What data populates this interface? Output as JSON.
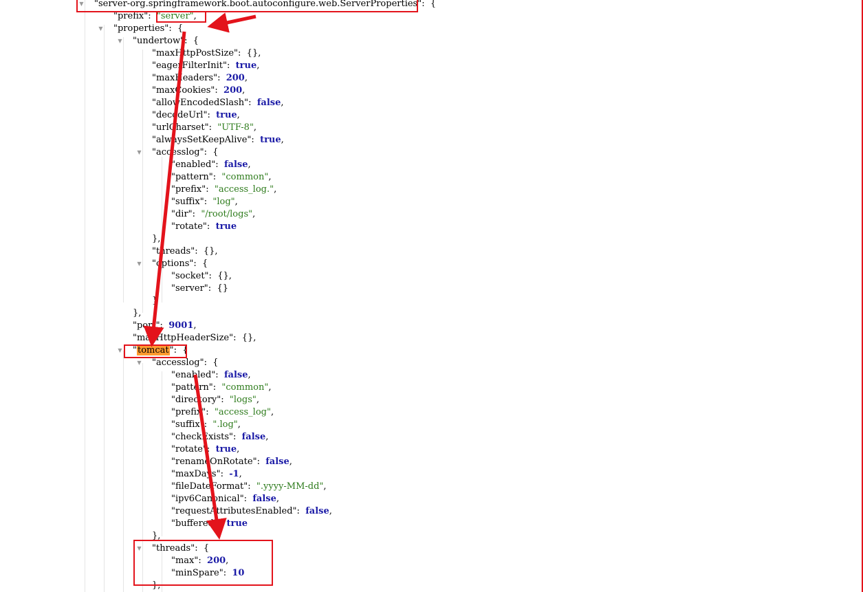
{
  "lines": [
    {
      "indent": 0,
      "toggle": true,
      "segs": [
        {
          "t": "\"server-org.springframework.boot.autoconfigure.web.ServerProperties\"",
          "c": "key"
        },
        {
          "t": ":  {",
          "c": "p"
        }
      ]
    },
    {
      "indent": 1,
      "toggle": false,
      "segs": [
        {
          "t": "\"prefix\"",
          "c": "key"
        },
        {
          "t": ":  ",
          "c": "p"
        },
        {
          "t": "\"server\"",
          "c": "s"
        },
        {
          "t": ",",
          "c": "p"
        }
      ]
    },
    {
      "indent": 1,
      "toggle": true,
      "segs": [
        {
          "t": "\"properties\"",
          "c": "key"
        },
        {
          "t": ":  {",
          "c": "p"
        }
      ]
    },
    {
      "indent": 2,
      "toggle": true,
      "segs": [
        {
          "t": "\"undertow\"",
          "c": "key"
        },
        {
          "t": ":  {",
          "c": "p"
        }
      ]
    },
    {
      "indent": 3,
      "toggle": false,
      "segs": [
        {
          "t": "\"maxHttpPostSize\"",
          "c": "key"
        },
        {
          "t": ":  {},",
          "c": "p"
        }
      ]
    },
    {
      "indent": 3,
      "toggle": false,
      "segs": [
        {
          "t": "\"eagerFilterInit\"",
          "c": "key"
        },
        {
          "t": ":  ",
          "c": "p"
        },
        {
          "t": "true",
          "c": "b"
        },
        {
          "t": ",",
          "c": "p"
        }
      ]
    },
    {
      "indent": 3,
      "toggle": false,
      "segs": [
        {
          "t": "\"maxHeaders\"",
          "c": "key"
        },
        {
          "t": ":  ",
          "c": "p"
        },
        {
          "t": "200",
          "c": "n"
        },
        {
          "t": ",",
          "c": "p"
        }
      ]
    },
    {
      "indent": 3,
      "toggle": false,
      "segs": [
        {
          "t": "\"maxCookies\"",
          "c": "key"
        },
        {
          "t": ":  ",
          "c": "p"
        },
        {
          "t": "200",
          "c": "n"
        },
        {
          "t": ",",
          "c": "p"
        }
      ]
    },
    {
      "indent": 3,
      "toggle": false,
      "segs": [
        {
          "t": "\"allowEncodedSlash\"",
          "c": "key"
        },
        {
          "t": ":  ",
          "c": "p"
        },
        {
          "t": "false",
          "c": "b"
        },
        {
          "t": ",",
          "c": "p"
        }
      ]
    },
    {
      "indent": 3,
      "toggle": false,
      "segs": [
        {
          "t": "\"decodeUrl\"",
          "c": "key"
        },
        {
          "t": ":  ",
          "c": "p"
        },
        {
          "t": "true",
          "c": "b"
        },
        {
          "t": ",",
          "c": "p"
        }
      ]
    },
    {
      "indent": 3,
      "toggle": false,
      "segs": [
        {
          "t": "\"urlCharset\"",
          "c": "key"
        },
        {
          "t": ":  ",
          "c": "p"
        },
        {
          "t": "\"UTF-8\"",
          "c": "s"
        },
        {
          "t": ",",
          "c": "p"
        }
      ]
    },
    {
      "indent": 3,
      "toggle": false,
      "segs": [
        {
          "t": "\"alwaysSetKeepAlive\"",
          "c": "key"
        },
        {
          "t": ":  ",
          "c": "p"
        },
        {
          "t": "true",
          "c": "b"
        },
        {
          "t": ",",
          "c": "p"
        }
      ]
    },
    {
      "indent": 3,
      "toggle": true,
      "segs": [
        {
          "t": "\"accesslog\"",
          "c": "key"
        },
        {
          "t": ":  {",
          "c": "p"
        }
      ]
    },
    {
      "indent": 4,
      "toggle": false,
      "segs": [
        {
          "t": "\"enabled\"",
          "c": "key"
        },
        {
          "t": ":  ",
          "c": "p"
        },
        {
          "t": "false",
          "c": "b"
        },
        {
          "t": ",",
          "c": "p"
        }
      ]
    },
    {
      "indent": 4,
      "toggle": false,
      "segs": [
        {
          "t": "\"pattern\"",
          "c": "key"
        },
        {
          "t": ":  ",
          "c": "p"
        },
        {
          "t": "\"common\"",
          "c": "s"
        },
        {
          "t": ",",
          "c": "p"
        }
      ]
    },
    {
      "indent": 4,
      "toggle": false,
      "segs": [
        {
          "t": "\"prefix\"",
          "c": "key"
        },
        {
          "t": ":  ",
          "c": "p"
        },
        {
          "t": "\"access_log.\"",
          "c": "s"
        },
        {
          "t": ",",
          "c": "p"
        }
      ]
    },
    {
      "indent": 4,
      "toggle": false,
      "segs": [
        {
          "t": "\"suffix\"",
          "c": "key"
        },
        {
          "t": ":  ",
          "c": "p"
        },
        {
          "t": "\"log\"",
          "c": "s"
        },
        {
          "t": ",",
          "c": "p"
        }
      ]
    },
    {
      "indent": 4,
      "toggle": false,
      "segs": [
        {
          "t": "\"dir\"",
          "c": "key"
        },
        {
          "t": ":  ",
          "c": "p"
        },
        {
          "t": "\"/root/logs\"",
          "c": "s"
        },
        {
          "t": ",",
          "c": "p"
        }
      ]
    },
    {
      "indent": 4,
      "toggle": false,
      "segs": [
        {
          "t": "\"rotate\"",
          "c": "key"
        },
        {
          "t": ":  ",
          "c": "p"
        },
        {
          "t": "true",
          "c": "b"
        }
      ]
    },
    {
      "indent": 3,
      "toggle": false,
      "segs": [
        {
          "t": "},",
          "c": "p"
        }
      ]
    },
    {
      "indent": 3,
      "toggle": false,
      "segs": [
        {
          "t": "\"threads\"",
          "c": "key"
        },
        {
          "t": ":  {},",
          "c": "p"
        }
      ]
    },
    {
      "indent": 3,
      "toggle": true,
      "segs": [
        {
          "t": "\"options\"",
          "c": "key"
        },
        {
          "t": ":  {",
          "c": "p"
        }
      ]
    },
    {
      "indent": 4,
      "toggle": false,
      "segs": [
        {
          "t": "\"socket\"",
          "c": "key"
        },
        {
          "t": ":  {},",
          "c": "p"
        }
      ]
    },
    {
      "indent": 4,
      "toggle": false,
      "segs": [
        {
          "t": "\"server\"",
          "c": "key"
        },
        {
          "t": ":  {}",
          "c": "p"
        }
      ]
    },
    {
      "indent": 3,
      "toggle": false,
      "segs": [
        {
          "t": "}",
          "c": "p"
        }
      ]
    },
    {
      "indent": 2,
      "toggle": false,
      "segs": [
        {
          "t": "},",
          "c": "p"
        }
      ]
    },
    {
      "indent": 2,
      "toggle": false,
      "segs": [
        {
          "t": "\"port\"",
          "c": "key"
        },
        {
          "t": ":  ",
          "c": "p"
        },
        {
          "t": "9001",
          "c": "n"
        },
        {
          "t": ",",
          "c": "p"
        }
      ]
    },
    {
      "indent": 2,
      "toggle": false,
      "segs": [
        {
          "t": "\"maxHttpHeaderSize\"",
          "c": "key"
        },
        {
          "t": ":  {},",
          "c": "p"
        }
      ]
    },
    {
      "indent": 2,
      "toggle": true,
      "segs": [
        {
          "t": "\"",
          "c": "key"
        },
        {
          "t": "tomcat",
          "c": "hl"
        },
        {
          "t": "\"",
          "c": "key"
        },
        {
          "t": ":  {",
          "c": "p"
        }
      ]
    },
    {
      "indent": 3,
      "toggle": true,
      "segs": [
        {
          "t": "\"accesslog\"",
          "c": "key"
        },
        {
          "t": ":  {",
          "c": "p"
        }
      ]
    },
    {
      "indent": 4,
      "toggle": false,
      "segs": [
        {
          "t": "\"enabled\"",
          "c": "key"
        },
        {
          "t": ":  ",
          "c": "p"
        },
        {
          "t": "false",
          "c": "b"
        },
        {
          "t": ",",
          "c": "p"
        }
      ]
    },
    {
      "indent": 4,
      "toggle": false,
      "segs": [
        {
          "t": "\"pattern\"",
          "c": "key"
        },
        {
          "t": ":  ",
          "c": "p"
        },
        {
          "t": "\"common\"",
          "c": "s"
        },
        {
          "t": ",",
          "c": "p"
        }
      ]
    },
    {
      "indent": 4,
      "toggle": false,
      "segs": [
        {
          "t": "\"directory\"",
          "c": "key"
        },
        {
          "t": ":  ",
          "c": "p"
        },
        {
          "t": "\"logs\"",
          "c": "s"
        },
        {
          "t": ",",
          "c": "p"
        }
      ]
    },
    {
      "indent": 4,
      "toggle": false,
      "segs": [
        {
          "t": "\"prefix\"",
          "c": "key"
        },
        {
          "t": ":  ",
          "c": "p"
        },
        {
          "t": "\"access_log\"",
          "c": "s"
        },
        {
          "t": ",",
          "c": "p"
        }
      ]
    },
    {
      "indent": 4,
      "toggle": false,
      "segs": [
        {
          "t": "\"suffix\"",
          "c": "key"
        },
        {
          "t": ":  ",
          "c": "p"
        },
        {
          "t": "\".log\"",
          "c": "s"
        },
        {
          "t": ",",
          "c": "p"
        }
      ]
    },
    {
      "indent": 4,
      "toggle": false,
      "segs": [
        {
          "t": "\"checkExists\"",
          "c": "key"
        },
        {
          "t": ":  ",
          "c": "p"
        },
        {
          "t": "false",
          "c": "b"
        },
        {
          "t": ",",
          "c": "p"
        }
      ]
    },
    {
      "indent": 4,
      "toggle": false,
      "segs": [
        {
          "t": "\"rotate\"",
          "c": "key"
        },
        {
          "t": ":  ",
          "c": "p"
        },
        {
          "t": "true",
          "c": "b"
        },
        {
          "t": ",",
          "c": "p"
        }
      ]
    },
    {
      "indent": 4,
      "toggle": false,
      "segs": [
        {
          "t": "\"renameOnRotate\"",
          "c": "key"
        },
        {
          "t": ":  ",
          "c": "p"
        },
        {
          "t": "false",
          "c": "b"
        },
        {
          "t": ",",
          "c": "p"
        }
      ]
    },
    {
      "indent": 4,
      "toggle": false,
      "segs": [
        {
          "t": "\"maxDays\"",
          "c": "key"
        },
        {
          "t": ":  ",
          "c": "p"
        },
        {
          "t": "-1",
          "c": "n"
        },
        {
          "t": ",",
          "c": "p"
        }
      ]
    },
    {
      "indent": 4,
      "toggle": false,
      "segs": [
        {
          "t": "\"fileDateFormat\"",
          "c": "key"
        },
        {
          "t": ":  ",
          "c": "p"
        },
        {
          "t": "\".yyyy-MM-dd\"",
          "c": "s"
        },
        {
          "t": ",",
          "c": "p"
        }
      ]
    },
    {
      "indent": 4,
      "toggle": false,
      "segs": [
        {
          "t": "\"ipv6Canonical\"",
          "c": "key"
        },
        {
          "t": ":  ",
          "c": "p"
        },
        {
          "t": "false",
          "c": "b"
        },
        {
          "t": ",",
          "c": "p"
        }
      ]
    },
    {
      "indent": 4,
      "toggle": false,
      "segs": [
        {
          "t": "\"requestAttributesEnabled\"",
          "c": "key"
        },
        {
          "t": ":  ",
          "c": "p"
        },
        {
          "t": "false",
          "c": "b"
        },
        {
          "t": ",",
          "c": "p"
        }
      ]
    },
    {
      "indent": 4,
      "toggle": false,
      "segs": [
        {
          "t": "\"buffered\"",
          "c": "key"
        },
        {
          "t": ":  ",
          "c": "p"
        },
        {
          "t": "true",
          "c": "b"
        }
      ]
    },
    {
      "indent": 3,
      "toggle": false,
      "segs": [
        {
          "t": "},",
          "c": "p"
        }
      ]
    },
    {
      "indent": 3,
      "toggle": true,
      "segs": [
        {
          "t": "\"threads\"",
          "c": "key"
        },
        {
          "t": ":  {",
          "c": "p"
        }
      ]
    },
    {
      "indent": 4,
      "toggle": false,
      "segs": [
        {
          "t": "\"max\"",
          "c": "key"
        },
        {
          "t": ":  ",
          "c": "p"
        },
        {
          "t": "200",
          "c": "n"
        },
        {
          "t": ",",
          "c": "p"
        }
      ]
    },
    {
      "indent": 4,
      "toggle": false,
      "segs": [
        {
          "t": "\"minSpare\"",
          "c": "key"
        },
        {
          "t": ":  ",
          "c": "p"
        },
        {
          "t": "10",
          "c": "n"
        }
      ]
    },
    {
      "indent": 3,
      "toggle": false,
      "segs": [
        {
          "t": "},",
          "c": "p"
        }
      ]
    }
  ],
  "colors": {
    "annotation": "#e3131b",
    "highlight": "#ff9a2f",
    "string": "#2d7b1b",
    "literal": "#1a1aa6"
  },
  "icons": {
    "toggle": "triangle-down-icon"
  }
}
